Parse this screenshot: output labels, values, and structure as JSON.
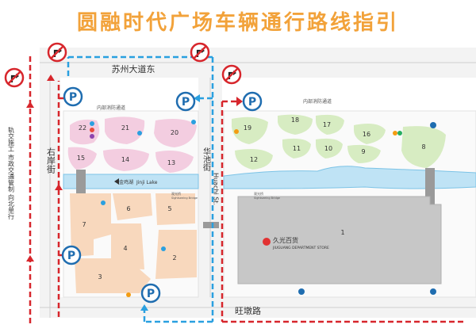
{
  "title": "圆融时代广场车辆通行路线指引",
  "roads": {
    "north": "苏州大道东",
    "south": "旺墩路",
    "west": "右岸街",
    "middle_cn": "华池街",
    "middle_en": "Huachi St.",
    "fire_lane_left": "内部消防通道",
    "fire_lane_right": "内部消防通道",
    "notice": "轨交施工 市政交通管制 向北单行"
  },
  "lake": {
    "name_cn": "金鸡湖",
    "name_en": "Jinji Lake",
    "bridge_left_cn": "观光桥",
    "bridge_left_en": "Sightseeing Bridge",
    "bridge_right_cn": "观光桥",
    "bridge_right_en": "Sightseeing Bridge"
  },
  "store": {
    "name_cn": "久光百货",
    "name_en": "JIUGUANG DEPARTMENT STORE",
    "logo": "iY"
  },
  "parking": {
    "symbol": "P"
  },
  "buildings": {
    "b1": "1",
    "b2": "2",
    "b3": "3",
    "b4": "4",
    "b5": "5",
    "b6": "6",
    "b7": "7",
    "b8": "8",
    "b9": "9",
    "b10": "10",
    "b11": "11",
    "b12": "12",
    "b13": "13",
    "b14": "14",
    "b15": "15",
    "b16": "16",
    "b17": "17",
    "b18": "18",
    "b19": "19",
    "b20": "20",
    "b21": "21",
    "b22": "22"
  },
  "colors": {
    "title": "#f2a23a",
    "parking": "#1f6db0",
    "red_route": "#d7262c",
    "blue_route": "#2aa0e0",
    "pink_zone": "#f3cde0",
    "green_zone": "#d7ecc2",
    "orange_zone": "#f8d8bd",
    "lake": "#bfe3f5",
    "store": "#c7c7c7"
  },
  "icons": [
    "no-left-turn-icon",
    "no-right-turn-icon",
    "parking-icon",
    "arrow-icon"
  ]
}
